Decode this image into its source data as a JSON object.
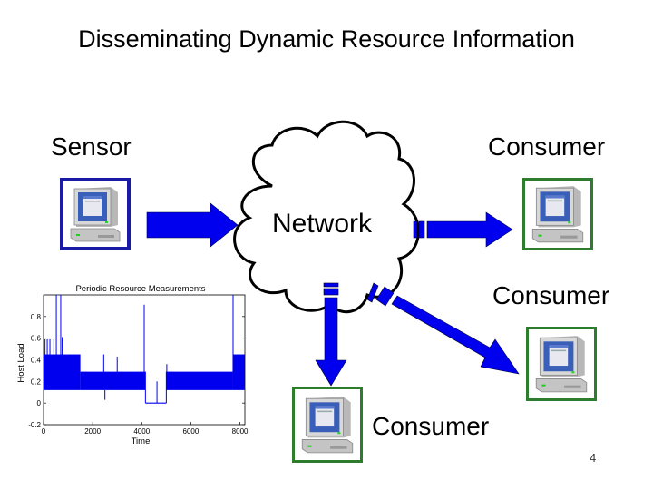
{
  "slide": {
    "title": "Disseminating Dynamic Resource Information",
    "page_number": "4"
  },
  "nodes": {
    "sensor": {
      "label": "Sensor",
      "icon": "computer-icon",
      "border_color": "#1a1aa6"
    },
    "network": {
      "label": "Network",
      "icon": "cloud-icon"
    },
    "consumer_right": {
      "label": "Consumer",
      "icon": "computer-icon",
      "border_color": "#2e7d2e"
    },
    "consumer_lower_right": {
      "label": "Consumer",
      "icon": "computer-icon",
      "border_color": "#2e7d2e"
    },
    "consumer_bottom": {
      "label": "Consumer",
      "icon": "computer-icon",
      "border_color": "#2e7d2e"
    }
  },
  "colors": {
    "arrow": "#0000ee",
    "chart_line": "#0000ee"
  },
  "chart_data": {
    "type": "line",
    "title": "Periodic Resource Measurements",
    "xlabel": "Time",
    "ylabel": "Host Load",
    "xlim": [
      0,
      8200
    ],
    "ylim": [
      -0.2,
      1.0
    ],
    "xticks": [
      0,
      2000,
      4000,
      6000,
      8000
    ],
    "yticks": [
      -0.2,
      0,
      0.2,
      0.4,
      0.6,
      0.8
    ],
    "ytick_labels": [
      "-0.2",
      "0",
      "0.2",
      "0.4",
      "0.6",
      "0.8"
    ],
    "xtick_labels": [
      "0",
      "2000",
      "4000",
      "6000",
      "8000"
    ],
    "grid": false,
    "series": [
      {
        "name": "Host Load",
        "band_segments": [
          {
            "x": [
              0,
              1500
            ],
            "low": 0.12,
            "high": 0.45
          },
          {
            "x": [
              1500,
              4150
            ],
            "low": 0.12,
            "high": 0.29
          },
          {
            "x": [
              4150,
              5000
            ],
            "low": 0.0,
            "high": 0.0
          },
          {
            "x": [
              5000,
              7700
            ],
            "low": 0.12,
            "high": 0.29
          },
          {
            "x": [
              7700,
              8200
            ],
            "low": 0.12,
            "high": 0.45
          }
        ],
        "spikes": [
          {
            "x": 60,
            "y": 0.59
          },
          {
            "x": 150,
            "y": 0.59
          },
          {
            "x": 260,
            "y": 0.59
          },
          {
            "x": 420,
            "y": 0.59
          },
          {
            "x": 520,
            "y": 1.0
          },
          {
            "x": 700,
            "y": 1.0
          },
          {
            "x": 760,
            "y": 0.61
          },
          {
            "x": 2450,
            "y": 0.45
          },
          {
            "x": 2500,
            "y": 0.03
          },
          {
            "x": 3000,
            "y": 0.43
          },
          {
            "x": 4100,
            "y": 0.91
          },
          {
            "x": 4620,
            "y": 0.2
          },
          {
            "x": 5020,
            "y": 0.36
          },
          {
            "x": 7720,
            "y": 1.0
          },
          {
            "x": 7900,
            "y": 0.45
          },
          {
            "x": 8150,
            "y": 0.45
          }
        ]
      }
    ]
  }
}
